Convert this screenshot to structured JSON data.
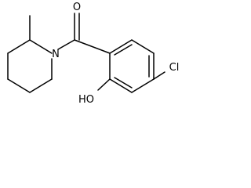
{
  "structure": {
    "atoms": {
      "O_carbonyl": "O",
      "N_ring": "N",
      "Cl": "Cl",
      "OH": "HO"
    }
  }
}
